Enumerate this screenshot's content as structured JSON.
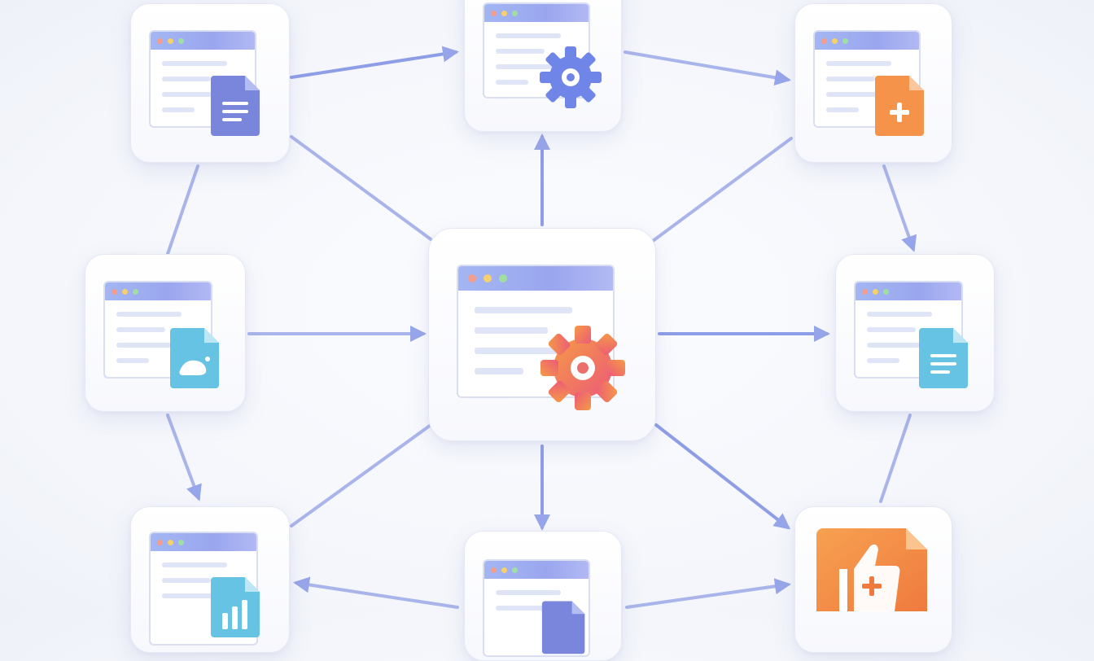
{
  "colors": {
    "edge": "#a9b5ea",
    "window_bar": "#9aa6ee",
    "gear_blue": "#6f86e8",
    "gear_orange": "#f0764f",
    "doc_purple": "#7a86dc",
    "doc_orange": "#f5934a",
    "doc_teal": "#67c3e3"
  },
  "nodes": [
    {
      "id": "top-left",
      "icon": "document-icon"
    },
    {
      "id": "top-center",
      "icon": "gear-icon"
    },
    {
      "id": "top-right",
      "icon": "document-add-icon"
    },
    {
      "id": "middle-left",
      "icon": "document-image-icon"
    },
    {
      "id": "center",
      "icon": "gear-icon"
    },
    {
      "id": "middle-right",
      "icon": "document-icon"
    },
    {
      "id": "bottom-left",
      "icon": "document-chart-icon"
    },
    {
      "id": "bottom-center",
      "icon": "document-icon"
    },
    {
      "id": "bottom-right",
      "icon": "thumbs-up-document-icon"
    }
  ]
}
